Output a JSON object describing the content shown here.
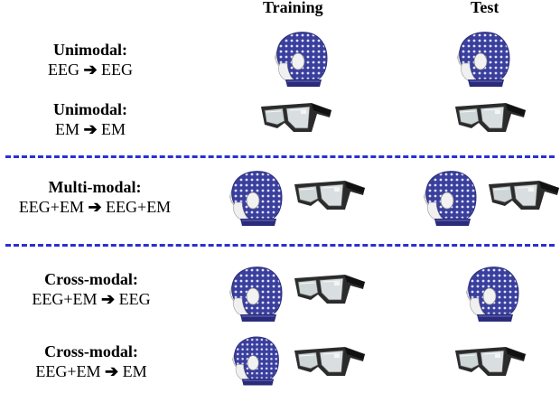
{
  "columns": {
    "training": "Training",
    "test": "Test"
  },
  "rows": [
    {
      "title": "Unimodal:",
      "from": "EEG",
      "to": "EEG",
      "training": [
        "eeg-cap"
      ],
      "test": [
        "eeg-cap"
      ]
    },
    {
      "title": "Unimodal:",
      "from": "EM",
      "to": "EM",
      "training": [
        "eye-tracking-glasses"
      ],
      "test": [
        "eye-tracking-glasses"
      ]
    },
    {
      "title": "Multi-modal:",
      "from": "EEG+EM",
      "to": "EEG+EM",
      "training": [
        "eeg-cap",
        "eye-tracking-glasses"
      ],
      "test": [
        "eeg-cap",
        "eye-tracking-glasses"
      ]
    },
    {
      "title": "Cross-modal:",
      "from": "EEG+EM",
      "to": "EEG",
      "training": [
        "eeg-cap",
        "eye-tracking-glasses"
      ],
      "test": [
        "eeg-cap"
      ]
    },
    {
      "title": "Cross-modal:",
      "from": "EEG+EM",
      "to": "EM",
      "training": [
        "eeg-cap",
        "eye-tracking-glasses"
      ],
      "test": [
        "eye-tracking-glasses"
      ]
    }
  ],
  "arrow_glyph": "➔",
  "colors": {
    "separator": "#2a2fd4",
    "cap": "#3b3f9c",
    "cap_dark": "#2a2c7a"
  }
}
